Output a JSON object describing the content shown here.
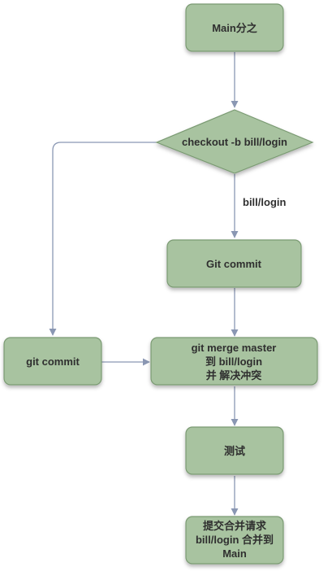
{
  "diagram": {
    "nodes": {
      "main_branch": {
        "lines": [
          "Main分之"
        ]
      },
      "checkout": {
        "lines": [
          "checkout -b  bill/login"
        ]
      },
      "git_commit_center": {
        "lines": [
          "Git commit"
        ]
      },
      "git_commit_left": {
        "lines": [
          "git commit"
        ]
      },
      "merge": {
        "lines": [
          "git merge master",
          "到  bill/login",
          "并 解决冲突"
        ]
      },
      "test": {
        "lines": [
          "测试"
        ]
      },
      "submit_pr": {
        "lines": [
          "提交合并请求",
          "bill/login 合并到",
          "Main"
        ]
      }
    },
    "edge_labels": {
      "checkout_to_commit": "bill/login"
    },
    "colors": {
      "node_fill": "#a8c3a0",
      "node_stroke": "#7a9a72",
      "edge": "#8a97b3",
      "text": "#2f2f2f"
    }
  }
}
